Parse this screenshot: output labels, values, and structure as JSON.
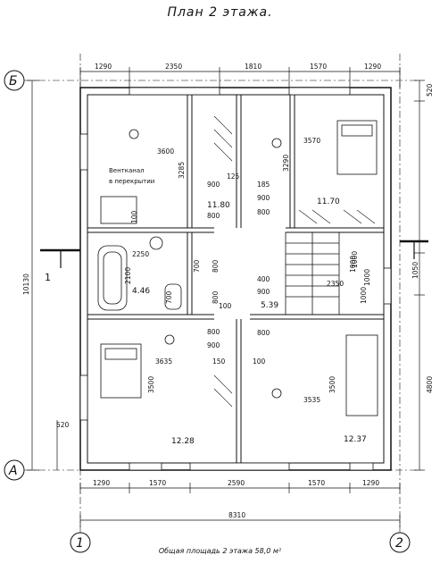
{
  "title": "План 2 этажа.",
  "footer_area": "Общая площадь 2 этажа 58,0 м²",
  "axes": {
    "top": "Б",
    "bottom": "А",
    "left": "1",
    "right": "2"
  },
  "section_mark": "1",
  "top_dims": [
    "1290",
    "2350",
    "1810",
    "1570",
    "1290"
  ],
  "bottom_dims": [
    "1290",
    "1570",
    "2590",
    "1570",
    "1290"
  ],
  "overall_width": "8310",
  "left_dims": [
    "10130"
  ],
  "right_dims": [
    "520",
    "1050",
    "4800"
  ],
  "left_small": "520",
  "rooms": {
    "upper_left": {
      "area": "11.80",
      "w": "3600",
      "h": "3285"
    },
    "upper_right": {
      "area": "11.70",
      "w": "3570",
      "h": "3290"
    },
    "bath": {
      "area": "4.46",
      "w": "2250",
      "h": "2100"
    },
    "hall": {
      "area": "5.39",
      "w": "2350",
      "h": "1000"
    },
    "lower_left": {
      "area": "12.28",
      "w": "3635",
      "h": "3500"
    },
    "lower_right": {
      "area": "12.37",
      "w": "3535",
      "h": "3500"
    }
  },
  "vent_note": [
    "Вентканал",
    "в перекрытии"
  ],
  "small_dims": [
    "900",
    "800",
    "185",
    "900",
    "800",
    "125",
    "100",
    "700",
    "800",
    "400",
    "900",
    "800",
    "700",
    "800",
    "900",
    "150",
    "800",
    "100",
    "100",
    "1000",
    "1000",
    "1000"
  ]
}
